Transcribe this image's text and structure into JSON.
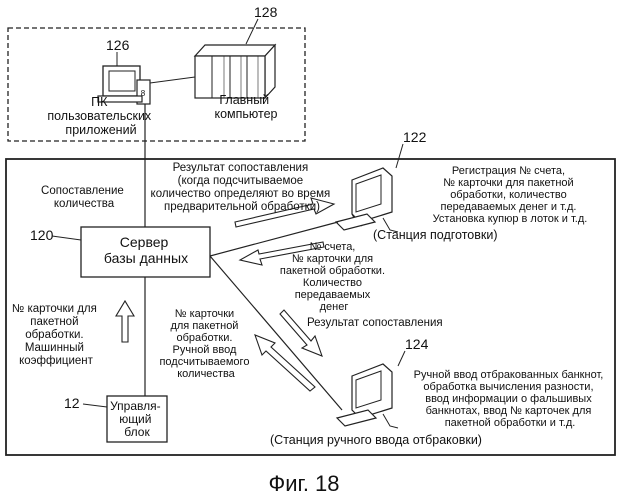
{
  "refs": {
    "r128": "128",
    "r126": "126",
    "r122": "122",
    "r120": "120",
    "r124": "124",
    "r12": "12"
  },
  "host": {
    "pc_label": [
      "ПК",
      "пользовательских",
      "приложений"
    ],
    "main_label": [
      "Главный",
      "компьютер"
    ]
  },
  "labels": {
    "matching_result": [
      "Результат сопоставления",
      "(когда подсчитываемое",
      "количество определяют во время",
      "предварительной обработки)"
    ],
    "quantity_matching": [
      "Сопоставление",
      "количества"
    ],
    "prep_tasks": [
      "Регистрация № счета,",
      "№ карточки для пакетной",
      "обработки, количество",
      "передаваемых денег и т.д.",
      "Установка купюр в лоток и т.д."
    ],
    "server": [
      "Сервер",
      "базы данных"
    ],
    "prep_station": "(Станция подготовки)",
    "account_info": [
      "№ счета,",
      "№ карточки для",
      "пакетной обработки.",
      "Количество",
      "передаваемых",
      "денег"
    ],
    "matching_result2": "Результат сопоставления",
    "card_machine": [
      "№ карточки для",
      "пакетной",
      "обработки.",
      "Машинный",
      "коэффициент"
    ],
    "card_manual": [
      "№ карточки",
      "для пакетной",
      "обработки.",
      "Ручной ввод",
      "подсчитываемого",
      "количества"
    ],
    "manual_tasks": [
      "Ручной ввод отбракованных банкнот,",
      "обработка вычисления разности,",
      "ввод информации о фальшивых",
      "банкнотах, ввод № карточек для",
      "пакетной обработки и т.д."
    ],
    "manual_station": "(Станция ручного ввода отбраковки)",
    "control_unit": [
      "Управля-",
      "ющий",
      "блок"
    ]
  },
  "caption": "Фиг. 18"
}
